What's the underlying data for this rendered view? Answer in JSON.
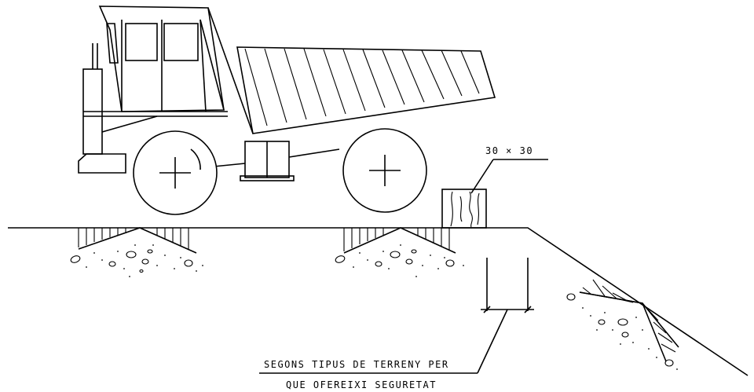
{
  "labels": {
    "post_size": "30 × 30",
    "note_line1": "SEGONS TIPUS DE TERRENY PER",
    "note_line2": "QUE OFEREIXI SEGURETAT"
  },
  "colors": {
    "line": "#000000",
    "background": "#ffffff"
  }
}
